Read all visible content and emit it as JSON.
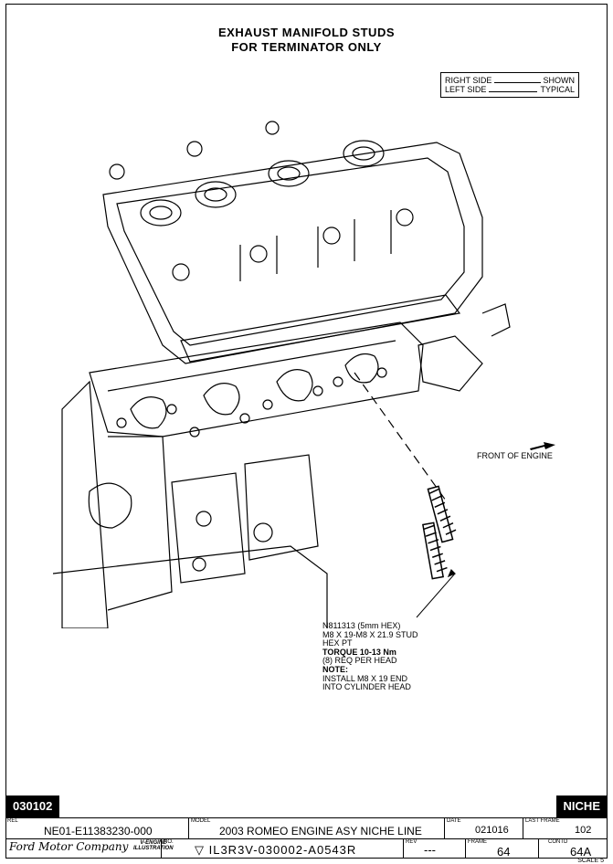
{
  "title": {
    "line1": "EXHAUST MANIFOLD STUDS",
    "line2": "FOR TERMINATOR ONLY"
  },
  "legend": {
    "row1_left": "RIGHT SIDE",
    "row1_right": "SHOWN",
    "row2_left": "LEFT SIDE",
    "row2_right": "TYPICAL"
  },
  "front_label": "FRONT OF ENGINE",
  "callout": {
    "l1": "N811313 (5mm HEX)",
    "l2": "M8 X 19-M8 X 21.9 STUD",
    "l3": "HEX PT",
    "l4": "TORQUE 10-13 Nm",
    "l5": "(8) REQ PER HEAD",
    "l6": "NOTE:",
    "l7": "INSTALL M8 X 19 END",
    "l8": "INTO CYLINDER HEAD"
  },
  "footer": {
    "code": "030102",
    "niche": "NICHE",
    "rel_label": "REL",
    "rel_value": "NE01-E11383230-000",
    "model_label": "MODEL",
    "model_value": "2003 ROMEO ENGINE ASY NICHE LINE",
    "date_label": "DATE",
    "date_value": "021016",
    "last_frame_label": "LAST FRAME",
    "last_frame_value": "102",
    "brand": "Ford Motor Company",
    "brand_sub1": "V-ENGINE",
    "brand_sub2": "ILLUSTRATION",
    "no_label": "NO.",
    "no_value": "IL3R3V-030002-A0543R",
    "rev_label": "REV",
    "rev_value": "---",
    "frame_label": "FRAME",
    "frame_value": "64",
    "contd_label": "CONTD",
    "contd_value": "64A",
    "scale_text": "SCALE 5"
  }
}
